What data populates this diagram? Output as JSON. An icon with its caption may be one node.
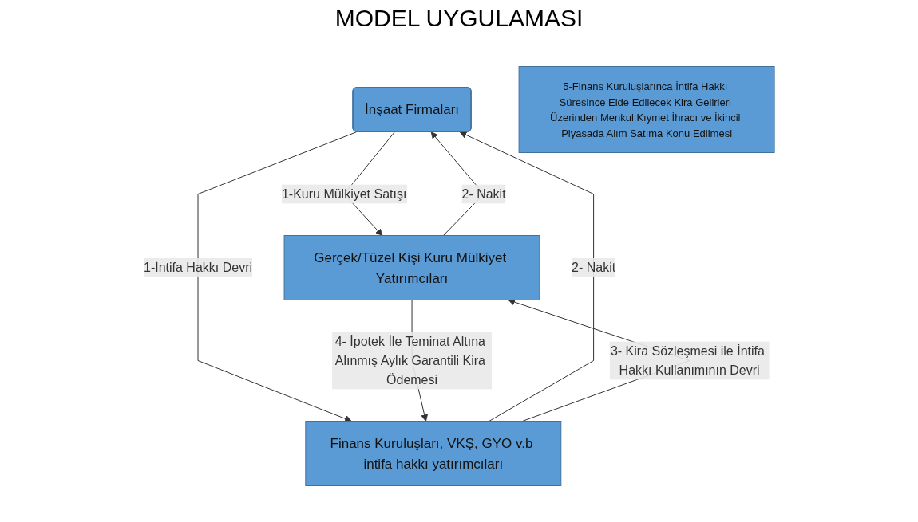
{
  "diagram": {
    "title": "MODEL UYGULAMASI",
    "nodes": [
      {
        "text": [
          "İnşaat Firmaları"
        ]
      },
      {
        "text": [
          "Gerçek/Tüzel Kişi Kuru Mülkiyet Yatırımcıları"
        ]
      },
      {
        "text": [
          "Finans Kuruluşları, VKŞ, GYO v.b intifa hakkı yatırımcıları"
        ]
      },
      {
        "text": [
          "5-Finans Kuruluşlarınca İntifa Hakkı Süresince Elde Edilecek Kira Gelirleri Üzerinden Menkul Kıymet İhracı ve İkincil Piyasada Alım Satıma Konu Edilmesi"
        ]
      }
    ],
    "edges": [
      {
        "from": 0,
        "to": 1,
        "arrow": "to",
        "label": "1-Kuru Mülkiyet Satışı"
      },
      {
        "from": 0,
        "to": 2,
        "arrow": "to",
        "label": "1-İntifa Hakkı Devri"
      },
      {
        "from": 1,
        "to": 0,
        "arrow": "to",
        "label": "2- Nakit"
      },
      {
        "from": 2,
        "to": 0,
        "arrow": "to",
        "label": "2- Nakit"
      },
      {
        "from": 2,
        "to": 1,
        "arrow": "to",
        "label": "3- Kira Sözleşmesi ile İntifa Hakkı Kullanımının Devri"
      },
      {
        "from": 1,
        "to": 2,
        "arrow": "to",
        "label": "4- İpotek İle Teminat Altına Alınmış Aylık Garantili Kira Ödemesi"
      }
    ]
  }
}
